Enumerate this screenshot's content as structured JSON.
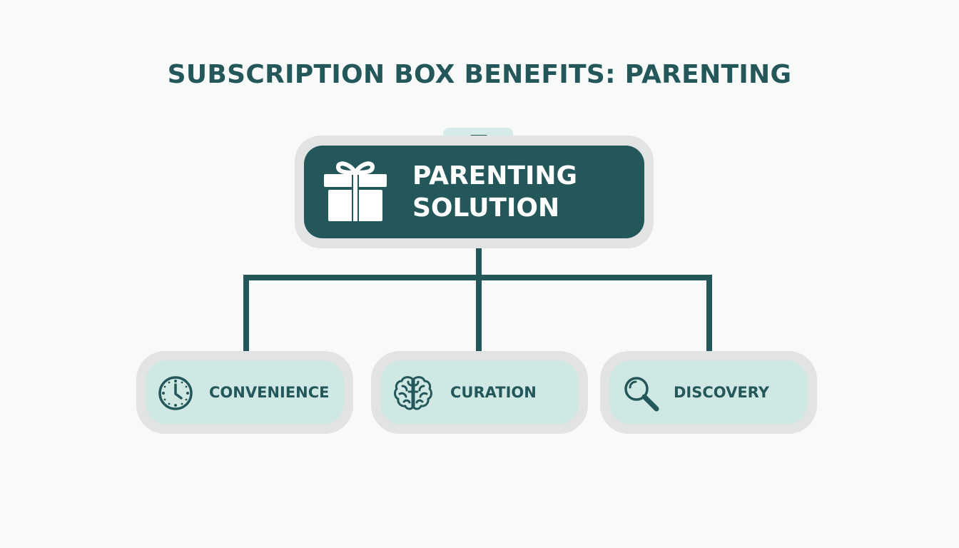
{
  "title": "SUBSCRIPTION BOX BENEFITS: PARENTING",
  "root": {
    "line1": "PARENTING",
    "line2": "SOLUTION",
    "icon": "gift-icon"
  },
  "children": [
    {
      "label": "CONVENIENCE",
      "icon": "clock-icon"
    },
    {
      "label": "CURATION",
      "icon": "brain-icon"
    },
    {
      "label": "DISCOVERY",
      "icon": "magnifier-icon"
    }
  ],
  "colors": {
    "primary": "#24575a",
    "node_fill": "#cfe8e4",
    "node_border": "#e2e4e4",
    "background": "#f8f9f9"
  }
}
